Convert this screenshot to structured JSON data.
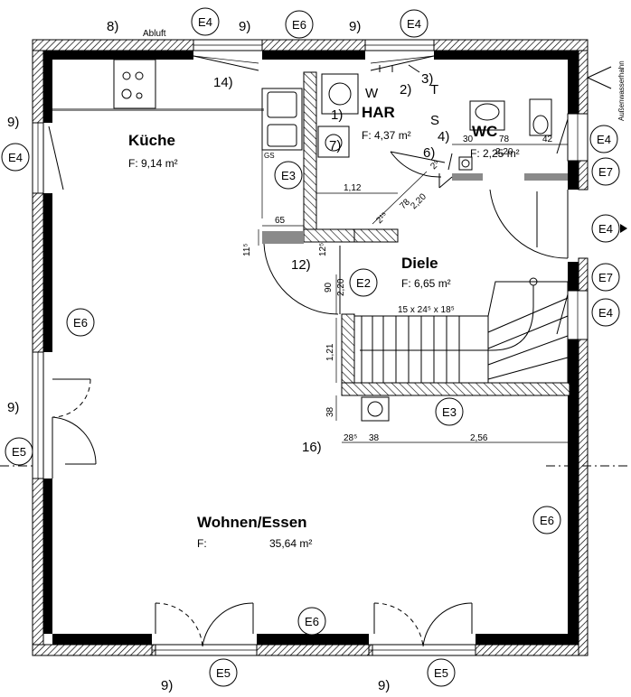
{
  "rooms": {
    "kueche": {
      "name": "Küche",
      "area": "F: 9,14 m²"
    },
    "har": {
      "name": "HAR",
      "area": "F: 4,37 m²"
    },
    "wc": {
      "name": "WC",
      "area": "F: 2,25 m²"
    },
    "diele": {
      "name": "Diele",
      "area": "F: 6,65 m²"
    },
    "wohnen": {
      "name": "Wohnen/Essen",
      "area_label": "F:",
      "area_value": "35,64 m²"
    }
  },
  "labels": {
    "abluft": "Abluft",
    "aussenwasserhahn": "Außenwasserhahn",
    "gs": "GS",
    "w": "W",
    "t": "T",
    "s": "S",
    "stair": "15 x 24⁵ x 18⁵"
  },
  "callouts": {
    "c8": "8)",
    "c9": "9)",
    "c14": "14)",
    "c1": "1)",
    "c2": "2)",
    "c3": "3)",
    "c4": "4)",
    "c6": "6)",
    "c7": "7)",
    "c12": "12)",
    "c16": "16)"
  },
  "markers": {
    "e2": "E2",
    "e3": "E3",
    "e4": "E4",
    "e5": "E5",
    "e6": "E6",
    "e7": "E7"
  },
  "dims": {
    "d30": "30",
    "d78": "78",
    "d42": "42",
    "d220": "2,20",
    "d25": "2⁵",
    "d78b": "78",
    "d220b": "2,20",
    "d215": "2¹⁵",
    "d112": "1,12",
    "d65": "65",
    "d115": "11⁵",
    "d125": "12⁵",
    "d90": "90",
    "d220c": "2,20",
    "d121": "1,21",
    "d38": "38",
    "d285": "28⁵",
    "d38b": "38",
    "d256": "2,56"
  }
}
